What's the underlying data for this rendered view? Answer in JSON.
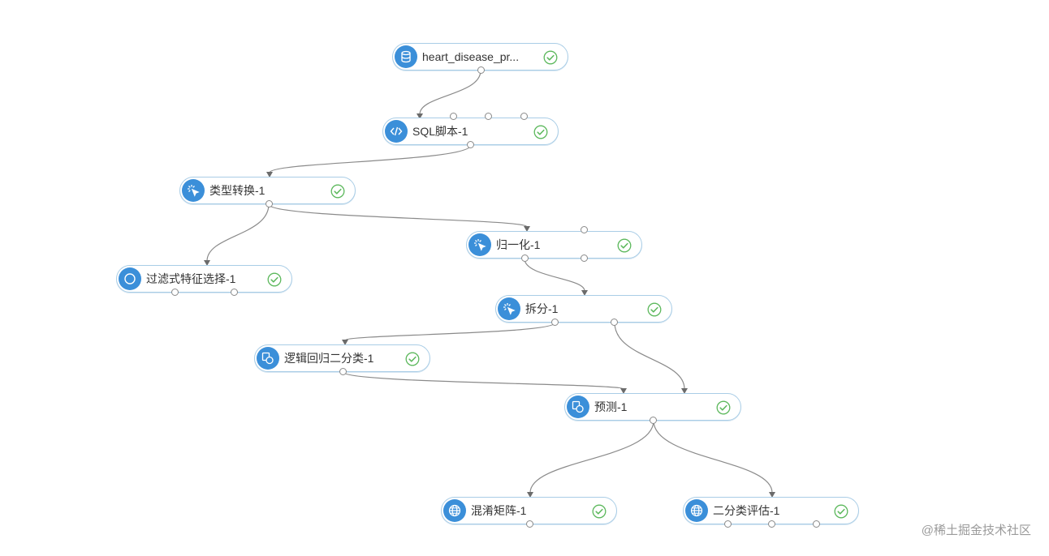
{
  "nodes": [
    {
      "id": "n1",
      "label": "heart_disease_pr...",
      "icon": "database-icon",
      "status": "success"
    },
    {
      "id": "n2",
      "label": "SQL脚本-1",
      "icon": "code-icon",
      "status": "success"
    },
    {
      "id": "n3",
      "label": "类型转换-1",
      "icon": "cursor-click-icon",
      "status": "success"
    },
    {
      "id": "n4",
      "label": "归一化-1",
      "icon": "cursor-click-icon",
      "status": "success"
    },
    {
      "id": "n5",
      "label": "过滤式特征选择-1",
      "icon": "circle-icon",
      "status": "success"
    },
    {
      "id": "n6",
      "label": "拆分-1",
      "icon": "cursor-click-icon",
      "status": "success"
    },
    {
      "id": "n7",
      "label": "逻辑回归二分类-1",
      "icon": "shapes-icon",
      "status": "success"
    },
    {
      "id": "n8",
      "label": "预测-1",
      "icon": "shapes-icon",
      "status": "success"
    },
    {
      "id": "n9",
      "label": "混淆矩阵-1",
      "icon": "globe-icon",
      "status": "success"
    },
    {
      "id": "n10",
      "label": "二分类评估-1",
      "icon": "globe-icon",
      "status": "success"
    }
  ],
  "edges": [
    {
      "from": "n1",
      "to": "n2"
    },
    {
      "from": "n2",
      "to": "n3"
    },
    {
      "from": "n3",
      "to": "n5"
    },
    {
      "from": "n3",
      "to": "n4"
    },
    {
      "from": "n4",
      "to": "n6"
    },
    {
      "from": "n6",
      "to": "n7"
    },
    {
      "from": "n6",
      "to": "n8"
    },
    {
      "from": "n7",
      "to": "n8"
    },
    {
      "from": "n8",
      "to": "n9"
    },
    {
      "from": "n8",
      "to": "n10"
    }
  ],
  "colors": {
    "accent": "#3b8fd9",
    "success": "#5cb85c",
    "edge": "#8a8a8a",
    "border": "#a9cde6"
  },
  "watermark": "@稀土掘金技术社区"
}
